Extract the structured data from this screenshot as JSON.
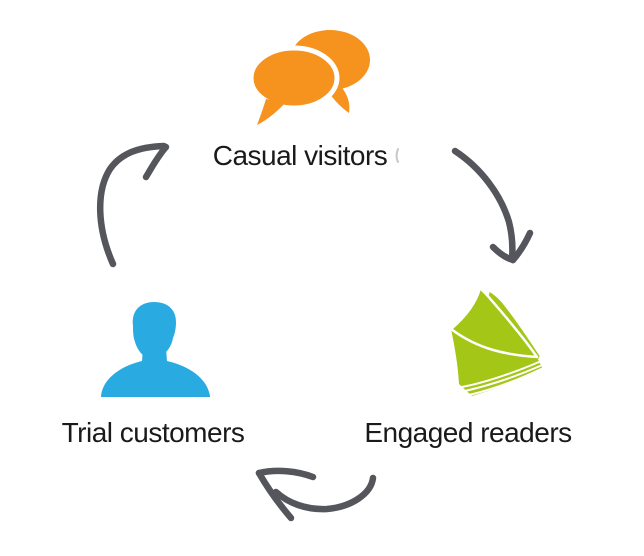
{
  "diagram": {
    "type": "cycle",
    "background_color": "#ffffff",
    "text_color": "#1a1a1a",
    "arrow_color": "#54565b",
    "nodes": [
      {
        "id": "casual-visitors",
        "label": "Casual visitors",
        "icon": "speech-bubbles-icon",
        "icon_color": "#f6921e",
        "position": "top-center"
      },
      {
        "id": "engaged-readers",
        "label": "Engaged readers",
        "icon": "book-pages-icon",
        "icon_color": "#a3c617",
        "position": "bottom-right"
      },
      {
        "id": "trial-customers",
        "label": "Trial customers",
        "icon": "person-silhouette-icon",
        "icon_color": "#29abe2",
        "position": "bottom-left"
      }
    ],
    "arrows": [
      {
        "id": "arrow-casual-to-engaged",
        "from": "Casual visitors",
        "to": "Engaged readers",
        "style": "hand-drawn-curve"
      },
      {
        "id": "arrow-engaged-to-trial",
        "from": "Engaged readers",
        "to": "Trial customers",
        "style": "hand-drawn-curve"
      },
      {
        "id": "arrow-trial-to-casual",
        "from": "Trial customers",
        "to": "Casual visitors",
        "style": "hand-drawn-curve"
      }
    ]
  }
}
